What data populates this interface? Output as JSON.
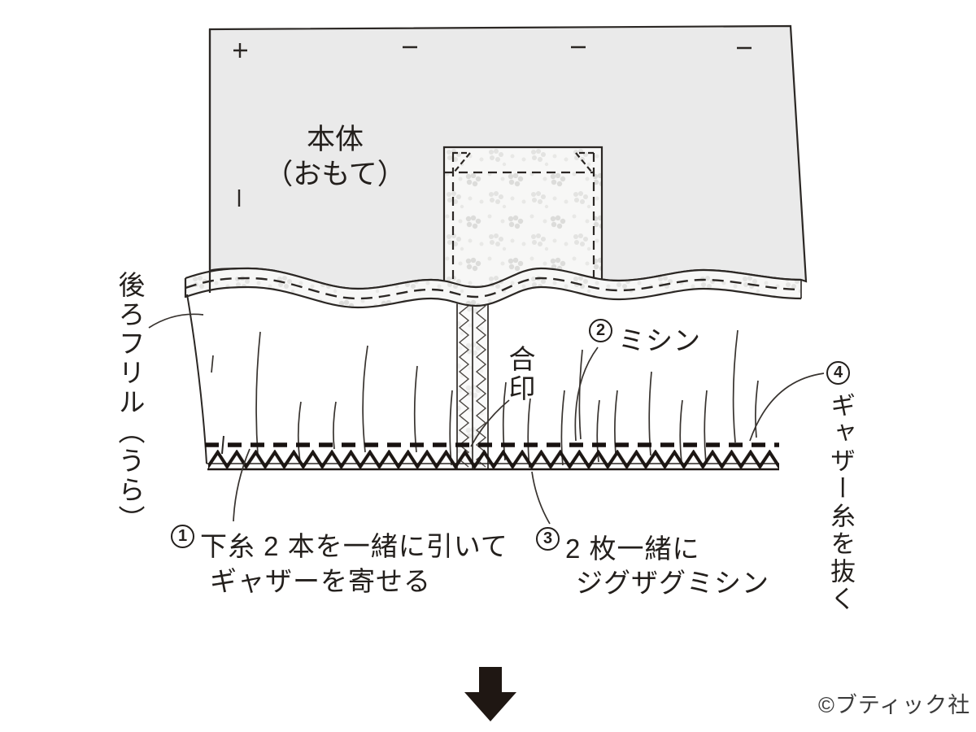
{
  "diagram": {
    "body": {
      "label_line1": "本体",
      "label_line2": "（おもて）"
    },
    "frill": {
      "label": "後ろフリル（うら）"
    },
    "notch": {
      "label": "合印"
    },
    "steps": {
      "s1": {
        "num": "1",
        "line1": "下糸 2 本を一緒に引いて",
        "line2": "ギャザーを寄せる"
      },
      "s2": {
        "num": "2",
        "text": "ミシン"
      },
      "s3": {
        "num": "3",
        "line1": "2 枚一緒に",
        "line2": "ジグザグミシン"
      },
      "s4": {
        "num": "4",
        "text": "ギャザー糸を抜く"
      }
    },
    "credit": "©ブティック社"
  },
  "colors": {
    "line": "#231f1c",
    "body_fill": "#eaeaea",
    "flower": "#dcdcda",
    "background": "#ffffff"
  }
}
